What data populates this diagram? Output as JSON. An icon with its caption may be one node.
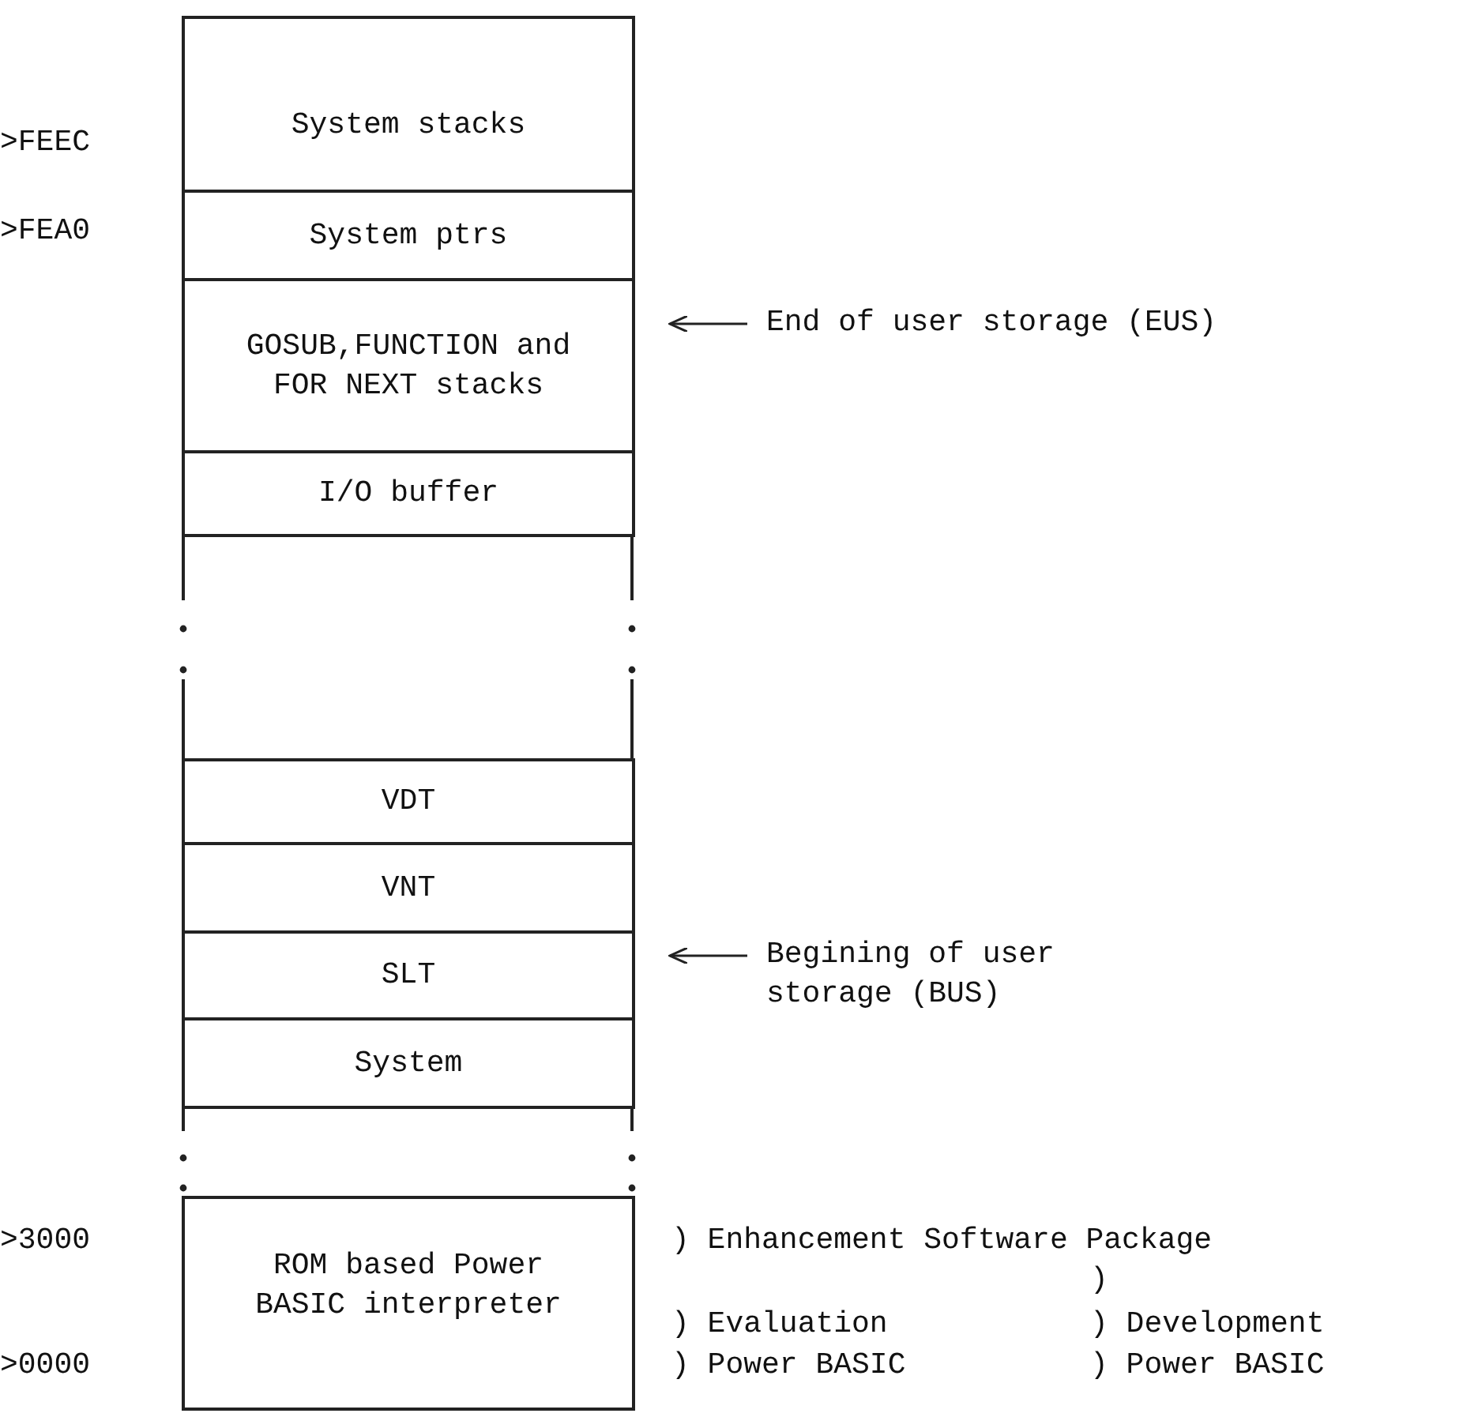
{
  "diagram": {
    "nodes": [
      {
        "text": [
          "System stacks"
        ],
        "beside": [
          ">FEEC"
        ]
      },
      {
        "text": [
          "System ptrs"
        ],
        "beside": [
          ">FEA0"
        ]
      },
      {
        "text": [
          "GOSUB,FUNCTION and FOR NEXT stacks"
        ]
      },
      {
        "text": [
          "I/O buffer"
        ]
      },
      {
        "text": [
          "VDT"
        ]
      },
      {
        "text": [
          "VNT"
        ]
      },
      {
        "text": [
          "SLT"
        ]
      },
      {
        "text": [
          "System"
        ]
      },
      {
        "text": [
          "ROM based Power BASIC interpreter"
        ],
        "beside": [
          ">3000",
          ">0000"
        ]
      },
      {
        "text": [
          "End of user storage (EUS)"
        ]
      },
      {
        "text": [
          "Begining of user storage (BUS)"
        ]
      }
    ],
    "edges": [
      {
        "from": 9,
        "to": 2,
        "arrow": "to"
      },
      {
        "from": 10,
        "to": 6,
        "arrow": "to"
      }
    ],
    "labels": [
      ") Enhancement Software Package",
      ")",
      ") Evaluation",
      ") Development",
      ") Power BASIC",
      ") Power BASIC"
    ]
  }
}
